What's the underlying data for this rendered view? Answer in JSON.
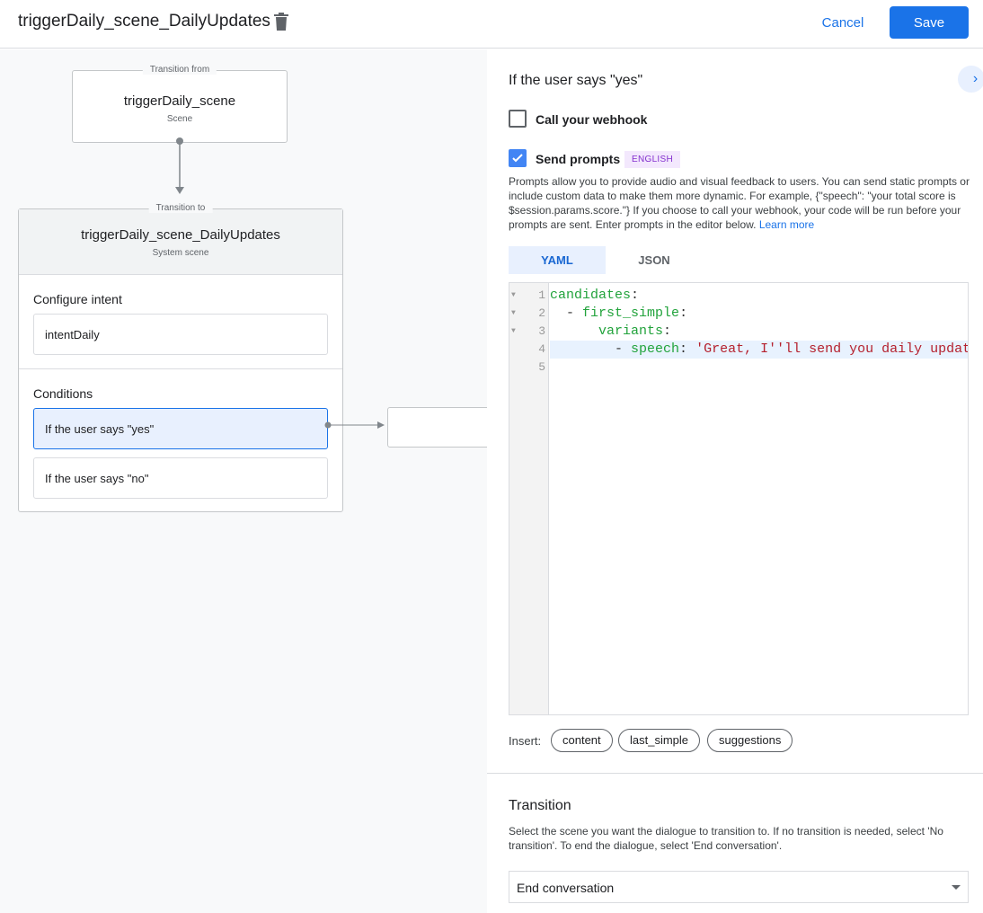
{
  "header": {
    "title": "triggerDaily_scene_DailyUpdates",
    "cancel": "Cancel",
    "save": "Save"
  },
  "canvas": {
    "from": {
      "legend": "Transition from",
      "name": "triggerDaily_scene",
      "type": "Scene"
    },
    "to": {
      "legend": "Transition to",
      "name": "triggerDaily_scene_DailyUpdates",
      "type": "System scene"
    },
    "configure_intent": {
      "label": "Configure intent",
      "value": "intentDaily"
    },
    "conditions": {
      "label": "Conditions",
      "items": [
        "If the user says \"yes\"",
        "If the user says \"no\""
      ]
    }
  },
  "panel": {
    "heading": "If the user says \"yes\"",
    "webhook": {
      "label": "Call your webhook",
      "checked": false
    },
    "prompts": {
      "label": "Send prompts",
      "checked": true,
      "badge": "ENGLISH",
      "description": "Prompts allow you to provide audio and visual feedback to users. You can send static prompts or include custom data to make them more dynamic. For example, {\"speech\": \"your total score is $session.params.score.\"} If you choose to call your webhook, your code will be run before your prompts are sent. Enter prompts in the editor below.",
      "learn_more": "Learn more"
    },
    "tabs": [
      "YAML",
      "JSON"
    ],
    "active_tab": "YAML",
    "editor": {
      "lines": [
        {
          "n": "1",
          "fold": true,
          "indent": "",
          "dash": "",
          "key": "candidates",
          "sep": ":",
          "val": ""
        },
        {
          "n": "2",
          "fold": true,
          "indent": "  ",
          "dash": "- ",
          "key": "first_simple",
          "sep": ":",
          "val": ""
        },
        {
          "n": "3",
          "fold": true,
          "indent": "      ",
          "dash": "",
          "key": "variants",
          "sep": ":",
          "val": ""
        },
        {
          "n": "4",
          "fold": false,
          "indent": "        ",
          "dash": "- ",
          "key": "speech",
          "sep": ": ",
          "val": "'Great, I''ll send you daily updates."
        },
        {
          "n": "5",
          "fold": false,
          "indent": "",
          "dash": "",
          "key": "",
          "sep": "",
          "val": ""
        }
      ],
      "active_line": "4"
    },
    "insert": {
      "label": "Insert:",
      "chips": [
        "content",
        "last_simple",
        "suggestions"
      ]
    },
    "transition": {
      "heading": "Transition",
      "description": "Select the scene you want the dialogue to transition to. If no transition is needed, select 'No transition'. To end the dialogue, select 'End conversation'.",
      "selected": "End conversation"
    }
  }
}
